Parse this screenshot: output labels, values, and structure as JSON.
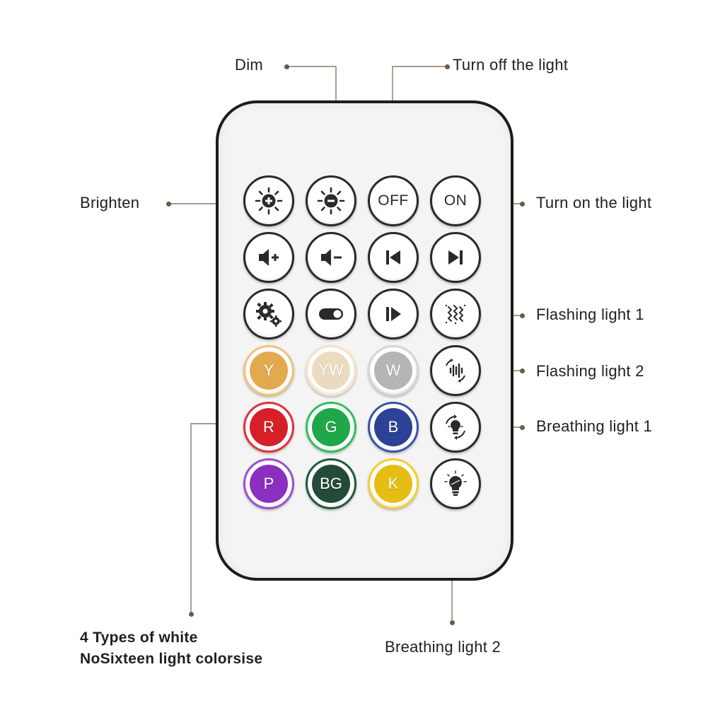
{
  "labels": {
    "dim": "Dim",
    "turn_off": "Turn off the light",
    "brighten": "Brighten",
    "turn_on": "Turn on the light",
    "flashing1": "Flashing light 1",
    "flashing2": "Flashing light 2",
    "breathing1": "Breathing light 1",
    "breathing2": "Breathing light 2",
    "white_types_line1": "4 Types of white",
    "white_types_line2": "NoSixteen light colorsise"
  },
  "buttons": {
    "off": "OFF",
    "on": "ON",
    "y": "Y",
    "yw": "YW",
    "w": "W",
    "r": "R",
    "g": "G",
    "b": "B",
    "p": "P",
    "bg": "BG",
    "k": "K"
  },
  "colors": {
    "leader_line": "#8a7a6a",
    "remote_border": "#1c1c1c",
    "y_ring": "#f0c27a",
    "y_fill": "#e3a94e",
    "yw_ring": "#f3e3c8",
    "yw_fill": "#ecdcbf",
    "w_ring": "#d6d6d6",
    "w_fill": "#b5b5b8",
    "r_ring": "#e0313b",
    "r_fill": "#d62028",
    "g_ring": "#2fbf5c",
    "g_fill": "#1ea84a",
    "b_ring": "#3a53a8",
    "b_fill": "#2c4297",
    "p_ring": "#9a4fd1",
    "p_fill": "#8a2fbf",
    "bg_ring": "#1f5a3c",
    "bg_fill": "#244a39",
    "k_ring": "#f2d02c",
    "k_fill": "#e6bd12"
  }
}
